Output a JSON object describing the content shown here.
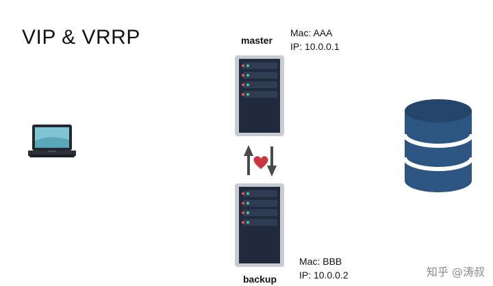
{
  "title": "VIP & VRRP",
  "master": {
    "label": "master",
    "mac": "Mac: AAA",
    "ip": "IP: 10.0.0.1"
  },
  "backup": {
    "label": "backup",
    "mac": "Mac: BBB",
    "ip": "IP: 10.0.0.2"
  },
  "watermark": "知乎 @涛叔",
  "icons": [
    "laptop-icon",
    "server-icon",
    "heartbeat-icon",
    "database-icon"
  ],
  "colors": {
    "server_body": "#1f2a3c",
    "server_frame": "#c8ccd2",
    "database": "#2c5582",
    "heart": "#c8373f",
    "arrows": "#4a4a4a",
    "laptop_screen": "#7fc4d4"
  }
}
